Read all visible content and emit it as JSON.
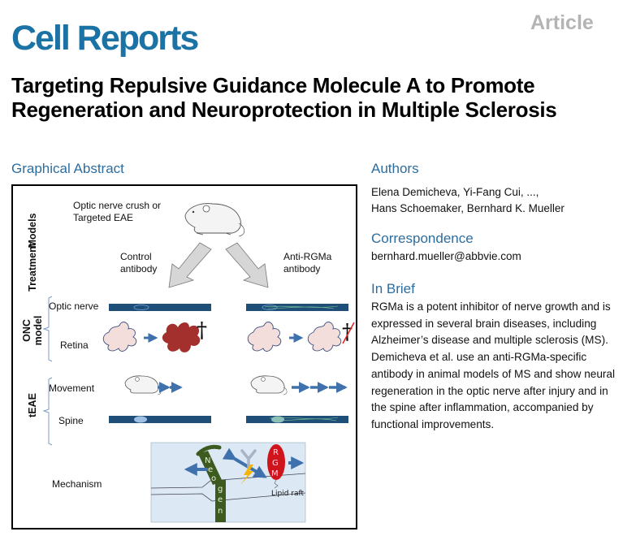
{
  "header": {
    "journal": "Cell Reports",
    "article_type": "Article",
    "title": "Targeting Repulsive Guidance Molecule A to Promote Regeneration and Neuroprotection in Multiple Sclerosis"
  },
  "graphical_abstract": {
    "heading": "Graphical Abstract",
    "row_labels": {
      "models": "Models",
      "treatment": "Treatment",
      "onc_line1": "ONC",
      "onc_line2": "model",
      "teae": "tEAE"
    },
    "models_text_line1": "Optic nerve crush or",
    "models_text_line2": "Targeted EAE",
    "control_line1": "Control",
    "control_line2": "antibody",
    "anti_line1": "Anti-RGMa",
    "anti_line2": "antibody",
    "optic_nerve": "Optic nerve",
    "retina": "Retina",
    "movement": "Movement",
    "spine": "Spine",
    "mechanism": "Mechanism",
    "neogenin_letters": [
      "N",
      "e",
      "o",
      "g",
      "e",
      "n"
    ],
    "rgm_letters": [
      "R",
      "G",
      "M"
    ],
    "lipid_raft": "Lipid raft",
    "death_symbol": "†",
    "colors": {
      "nerve_bar": "#1f4e79",
      "retina_healthy": "#f3dedc",
      "retina_dead": "#a3302c",
      "arrow_blue": "#3f72ad",
      "mechanism_bg": "#dce8f4",
      "neogenin": "#3d5a1f",
      "rgm": "#d0141b"
    }
  },
  "authors": {
    "heading": "Authors",
    "line1": "Elena Demicheva, Yi-Fang Cui, ...,",
    "line2": "Hans Schoemaker, Bernhard K. Mueller"
  },
  "correspondence": {
    "heading": "Correspondence",
    "email": "bernhard.mueller@abbvie.com"
  },
  "in_brief": {
    "heading": "In Brief",
    "text": "RGMa is a potent inhibitor of nerve growth and is expressed in several brain diseases, including Alzheimer’s disease and multiple sclerosis (MS). Demicheva et al. use an anti-RGMa-specific antibody in animal models of MS and show neural regeneration in the optic nerve after injury and in the spine after inflammation, accompanied by functional improvements."
  }
}
